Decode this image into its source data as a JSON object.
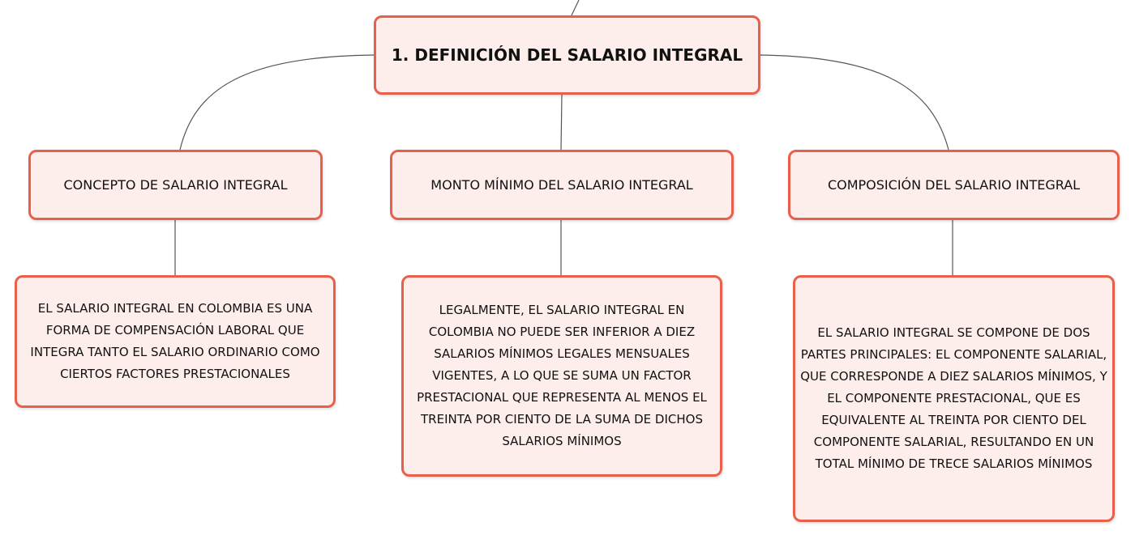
{
  "colors": {
    "node_fill": "#fdeeec",
    "node_border": "#e8604c",
    "connector": "#555555",
    "text": "#111111"
  },
  "root": {
    "label": "1. DEFINICIÓN DEL SALARIO INTEGRAL"
  },
  "branches": [
    {
      "label": "CONCEPTO DE SALARIO INTEGRAL",
      "detail": "EL SALARIO INTEGRAL EN COLOMBIA ES UNA FORMA DE COMPENSACIÓN LABORAL QUE INTEGRA TANTO EL SALARIO ORDINARIO COMO CIERTOS FACTORES PRESTACIONALES"
    },
    {
      "label": "MONTO MÍNIMO DEL SALARIO INTEGRAL",
      "detail": "LEGALMENTE, EL SALARIO INTEGRAL EN COLOMBIA NO PUEDE SER INFERIOR A DIEZ SALARIOS MÍNIMOS LEGALES MENSUALES VIGENTES, A LO QUE SE SUMA UN FACTOR PRESTACIONAL QUE REPRESENTA AL MENOS EL TREINTA POR CIENTO DE LA SUMA DE DICHOS SALARIOS MÍNIMOS"
    },
    {
      "label": "COMPOSICIÓN DEL SALARIO INTEGRAL",
      "detail": "EL SALARIO INTEGRAL SE COMPONE DE DOS PARTES PRINCIPALES: EL COMPONENTE SALARIAL, QUE CORRESPONDE A DIEZ SALARIOS MÍNIMOS, Y EL COMPONENTE PRESTACIONAL, QUE ES EQUIVALENTE AL TREINTA POR CIENTO DEL COMPONENTE SALARIAL, RESULTANDO EN UN TOTAL MÍNIMO DE TRECE SALARIOS MÍNIMOS"
    }
  ]
}
